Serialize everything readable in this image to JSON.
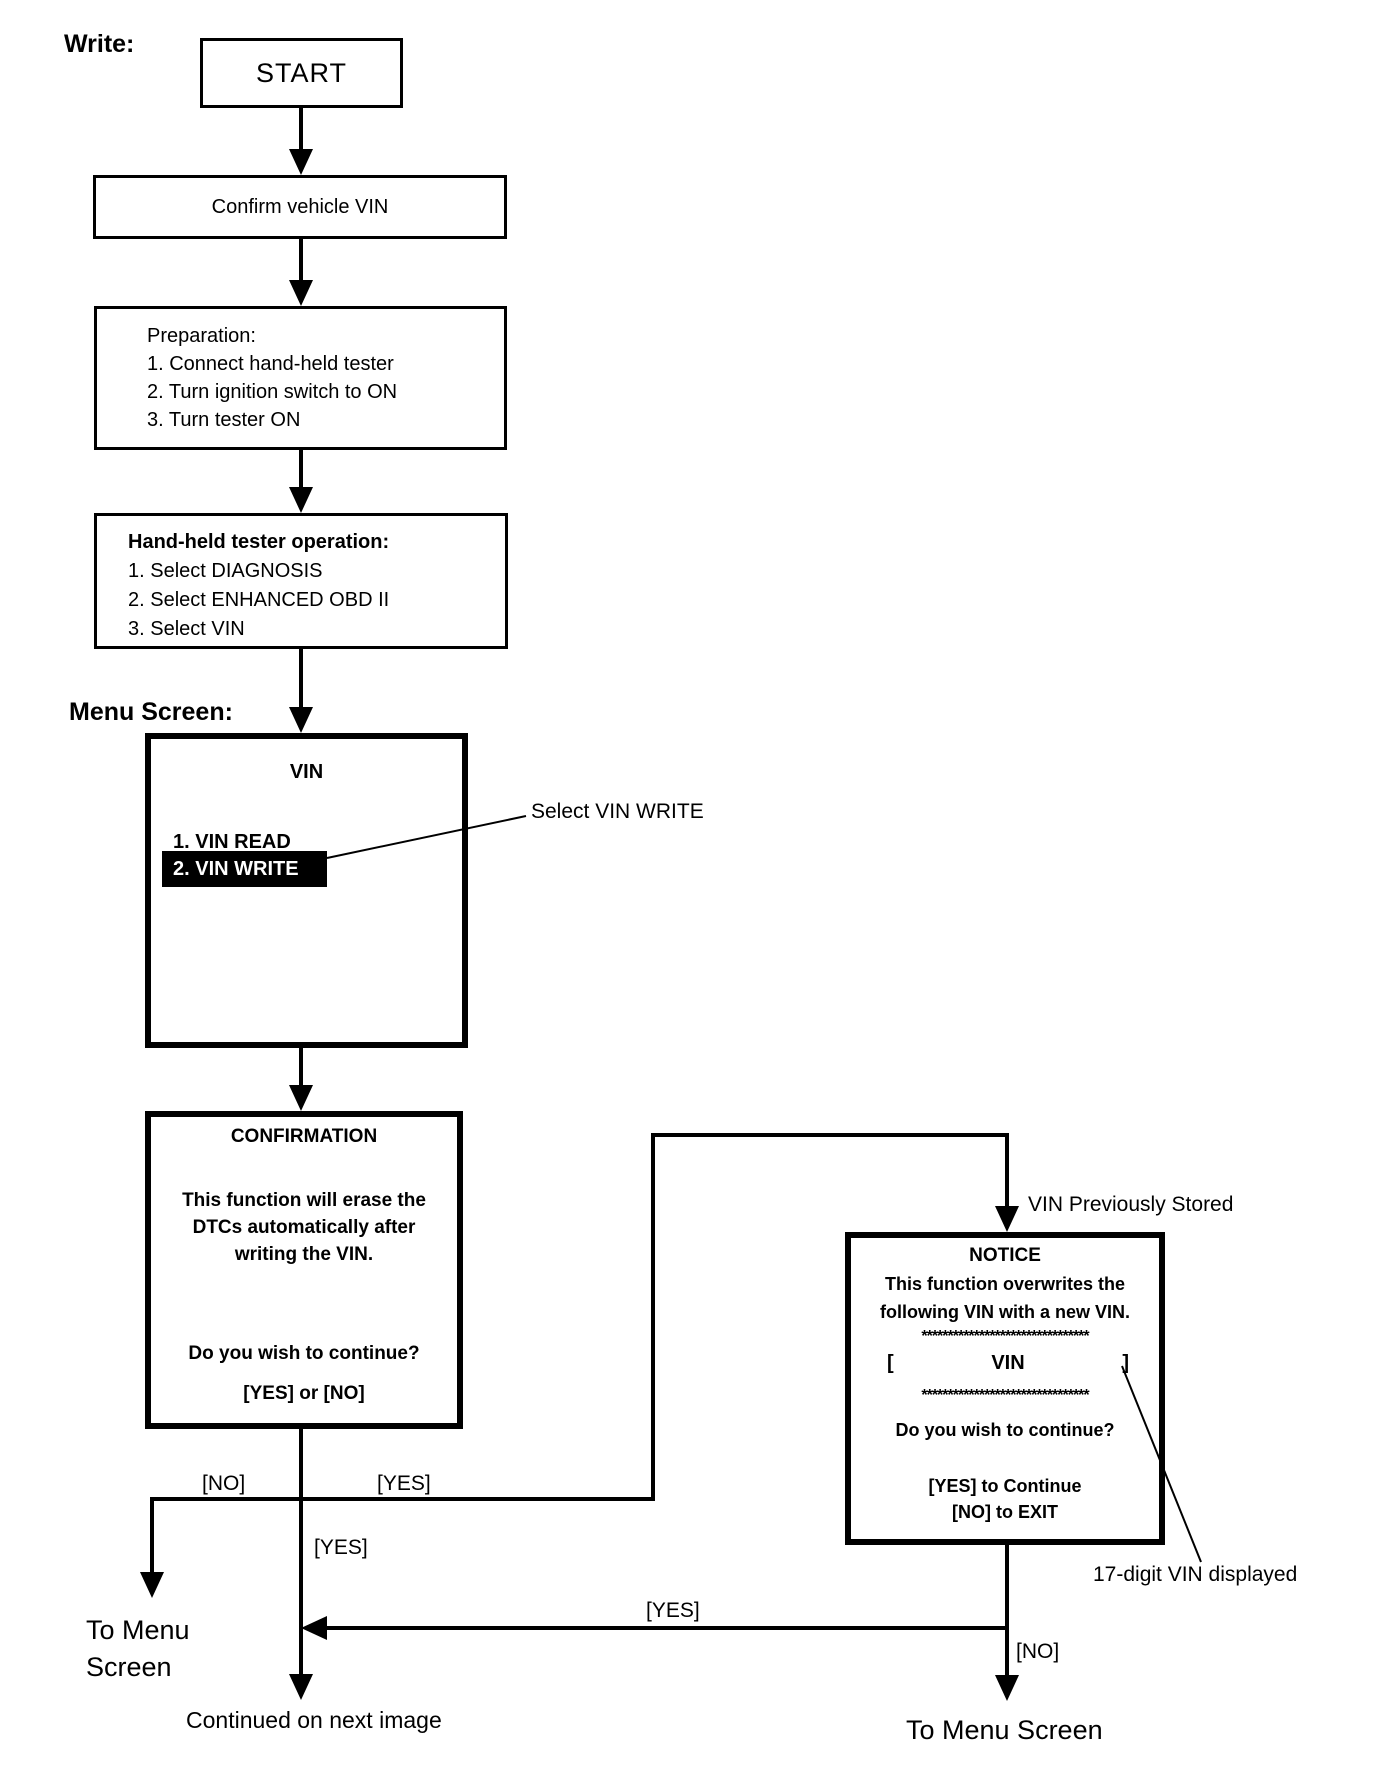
{
  "page": {
    "ink_color": "#000000",
    "bg_color": "#ffffff",
    "highlight_bg": "#000000",
    "highlight_text": "#ffffff"
  },
  "labels": {
    "write": "Write:",
    "menu_screen": "Menu Screen:",
    "select_vin_write": "Select VIN WRITE",
    "vin_previously_stored": "VIN Previously Stored",
    "seventeen_digit_vin": "17-digit VIN displayed",
    "no_left": "[NO]",
    "yes_right_top": "[YES]",
    "yes_center": "[YES]",
    "yes_return": "[YES]",
    "no_notice": "[NO]",
    "to_menu_left_line1": "To Menu",
    "to_menu_left_line2": "Screen",
    "to_menu_right": "To Menu Screen",
    "continued": "Continued on next image"
  },
  "boxes": {
    "start": {
      "title": "START"
    },
    "confirm": {
      "title": "Confirm vehicle VIN"
    },
    "preparation": {
      "title": "Preparation:",
      "items": [
        "1. Connect hand-held tester",
        "2. Turn ignition switch to ON",
        "3. Turn tester ON"
      ]
    },
    "tester": {
      "title": "Hand-held tester operation:",
      "items": [
        "1. Select DIAGNOSIS",
        "2. Select ENHANCED OBD II",
        "3. Select VIN"
      ]
    },
    "vin_menu": {
      "title": "VIN",
      "items": [
        {
          "label": "1. VIN READ",
          "highlighted": false
        },
        {
          "label": "2. VIN WRITE",
          "highlighted": true
        }
      ]
    },
    "confirmation": {
      "title": "CONFIRMATION",
      "body_line1": "This function will erase the",
      "body_line2": "DTCs automatically after",
      "body_line3": "writing the VIN.",
      "question": "Do you wish to continue?",
      "options": "[YES] or [NO]"
    },
    "notice": {
      "title": "NOTICE",
      "body_line1": "This function overwrites the",
      "body_line2": "following VIN with a new VIN.",
      "stars": "********************************",
      "vin_open": "[",
      "vin_value": "VIN",
      "vin_close": "]",
      "question": "Do you wish to continue?",
      "yes_line": "[YES] to Continue",
      "no_line": "[NO] to EXIT"
    }
  }
}
